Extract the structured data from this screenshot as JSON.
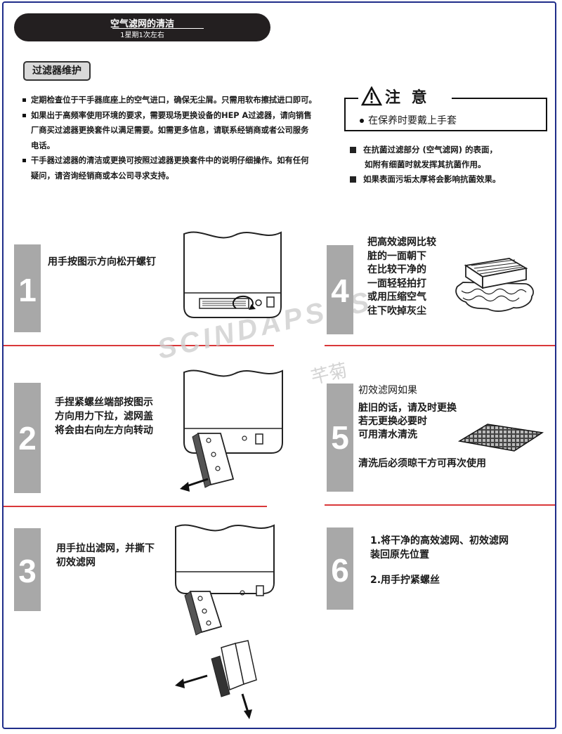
{
  "header": {
    "title": "空气滤网的清洁",
    "subtitle": "1星期1次左右"
  },
  "section": {
    "label": "过滤器维护"
  },
  "bullets": [
    {
      "line1": "定期检查位于干手器底座上的空气进口，确保无尘屑。只需用软布擦拭进口即可。"
    },
    {
      "line1": "如果出于高频率使用环境的要求，需要现场更换设备的HEP A过滤器，请向销售",
      "line2": "厂商买过滤器更换套件以满足需要。如需更多信息，请联系经销商或者公司服务",
      "line3": "电话。"
    },
    {
      "line1": "干手器过滤器的清洁或更换可按照过滤器更换套件中的说明仔细操作。如有任何",
      "line2": "疑问，请咨询经销商或本公司寻求支持。"
    }
  ],
  "notice": {
    "heading": "注 意",
    "text": "在保养时要戴上手套"
  },
  "antibacterial": {
    "item1_line1": "在抗菌过滤部分 (空气滤网) 的表面，",
    "item1_line2": "如附有细菌时就发挥其抗菌作用。",
    "item2": "如果表面污垢太厚将会影响抗菌效果。"
  },
  "watermark": {
    "brand": "SCINDAPSUS",
    "cn": "芊菊"
  },
  "steps": [
    {
      "number": "1",
      "lines": [
        "用手按图示方向松开螺钉"
      ]
    },
    {
      "number": "2",
      "lines": [
        "手捏紧螺丝端部按图示",
        "方向用力下拉，滤网盖",
        "将会由右向左方向转动"
      ]
    },
    {
      "number": "3",
      "lines": [
        "用手拉出滤网，并撕下",
        "初效滤网"
      ]
    },
    {
      "number": "4",
      "lines": [
        "把高效滤网比较",
        "脏的一面朝下",
        "在比较干净的",
        "一面轻轻拍打",
        "或用压缩空气",
        "往下吹掉灰尘"
      ]
    },
    {
      "number": "5",
      "lines": [
        "初效滤网如果",
        "脏旧的话，请及时更换",
        "若无更换必要时",
        "可用清水清洗",
        "清洗后必须晾干方可再次使用"
      ]
    },
    {
      "number": "6",
      "lines": [
        "1.将干净的高效滤网、初效滤网",
        "装回原先位置",
        "2.用手拧紧螺丝"
      ]
    }
  ],
  "colors": {
    "frame": "#1f2d8a",
    "divider": "#d9383a",
    "step_box": "#a8a8a8",
    "title_bar": "#231f20"
  }
}
